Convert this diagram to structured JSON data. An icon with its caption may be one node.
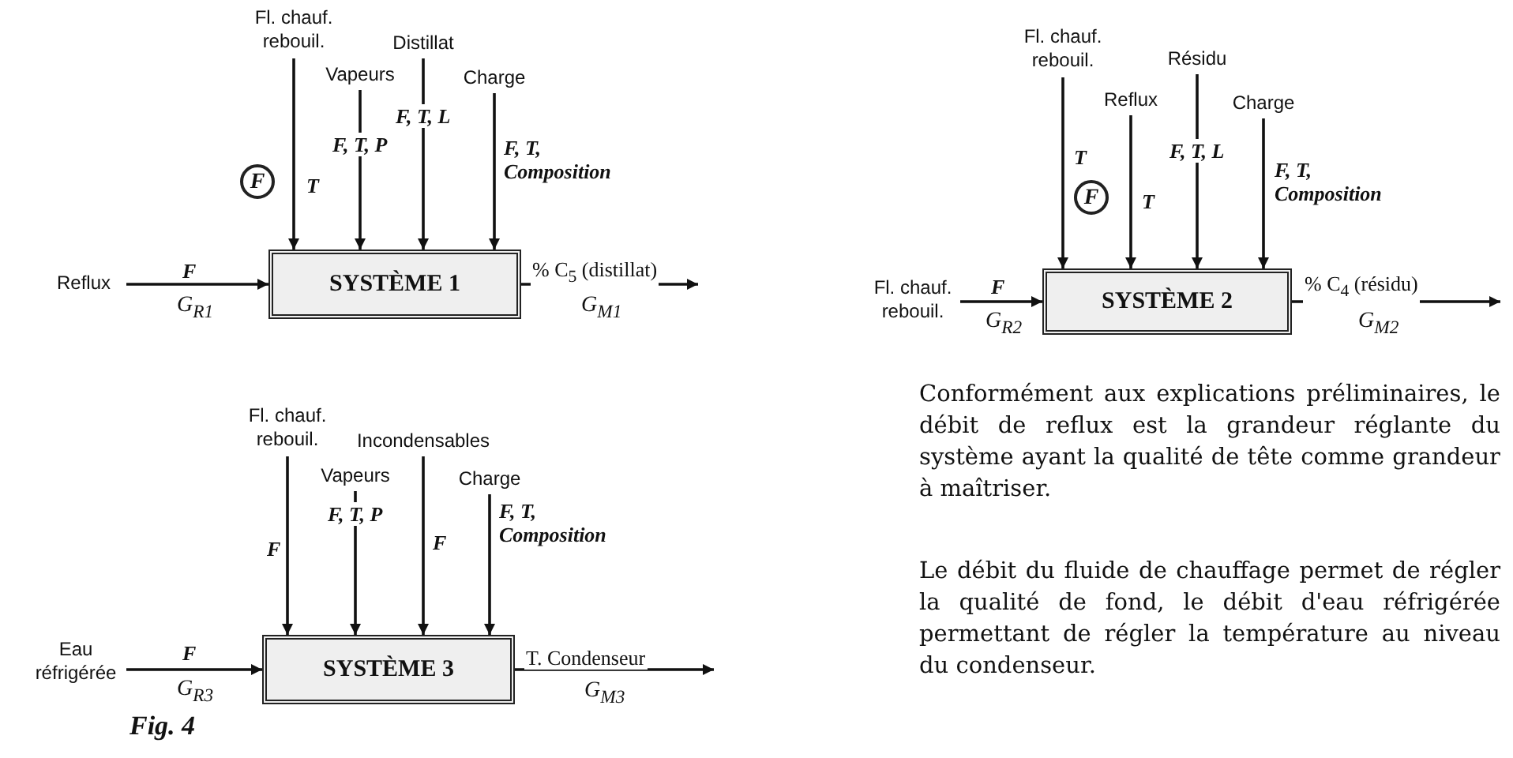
{
  "diagram": {
    "caption": "Fig. 4",
    "nodes": [
      {
        "text": [
          "Fl. chauf. rebouil."
        ]
      },
      {
        "text": [
          "Vapeurs"
        ]
      },
      {
        "text": [
          "Distillat"
        ]
      },
      {
        "text": [
          "Charge"
        ]
      },
      {
        "text": [
          "F"
        ]
      },
      {
        "text": [
          "Reflux"
        ]
      },
      {
        "text": [
          "SYSTÈME 1"
        ]
      },
      {
        "text": [
          "Fl. chauf. rebouil."
        ]
      },
      {
        "text": [
          "Reflux"
        ]
      },
      {
        "text": [
          "Résidu"
        ]
      },
      {
        "text": [
          "Charge"
        ]
      },
      {
        "text": [
          "F"
        ]
      },
      {
        "text": [
          "Fl. chauf. rebouil."
        ]
      },
      {
        "text": [
          "SYSTÈME 2"
        ]
      },
      {
        "text": [
          "Fl. chauf. rebouil."
        ]
      },
      {
        "text": [
          "Vapeurs"
        ]
      },
      {
        "text": [
          "Incondensables"
        ]
      },
      {
        "text": [
          "Charge"
        ]
      },
      {
        "text": [
          "Eau réfrigérée"
        ]
      },
      {
        "text": [
          "SYSTÈME 3"
        ]
      }
    ],
    "edges": [
      {
        "from": 0,
        "to": 6,
        "arrow": "to",
        "label": "T"
      },
      {
        "from": 1,
        "to": 6,
        "arrow": "to",
        "label": "F, T, P"
      },
      {
        "from": 2,
        "to": 6,
        "arrow": "to",
        "label": "F, T, L"
      },
      {
        "from": 3,
        "to": 6,
        "arrow": "to",
        "label": "F, T, Composition"
      },
      {
        "from": 5,
        "to": 6,
        "arrow": "to",
        "label": "F"
      },
      {
        "from": 6,
        "to": null,
        "arrow": "to",
        "label": "% C$_{5}$ (distillat)"
      },
      {
        "from": 7,
        "to": 13,
        "arrow": "to",
        "label": "T"
      },
      {
        "from": 8,
        "to": 13,
        "arrow": "to",
        "label": "T"
      },
      {
        "from": 9,
        "to": 13,
        "arrow": "to",
        "label": "F, T, L"
      },
      {
        "from": 10,
        "to": 13,
        "arrow": "to",
        "label": "F, T, Composition"
      },
      {
        "from": 12,
        "to": 13,
        "arrow": "to",
        "label": "F"
      },
      {
        "from": 13,
        "to": null,
        "arrow": "to",
        "label": "% C$_{4}$ (résidu)"
      },
      {
        "from": 14,
        "to": 19,
        "arrow": "to",
        "label": "F"
      },
      {
        "from": 15,
        "to": 19,
        "arrow": "to",
        "label": "F, T, P"
      },
      {
        "from": 16,
        "to": 19,
        "arrow": "to",
        "label": "F"
      },
      {
        "from": 17,
        "to": 19,
        "arrow": "to",
        "label": "F, T, Composition"
      },
      {
        "from": 18,
        "to": 19,
        "arrow": "to",
        "label": "F"
      },
      {
        "from": 19,
        "to": null,
        "arrow": "to",
        "label": "T. Condenseur"
      }
    ],
    "labels": [
      "G$_{R1}$",
      "G$_{M1}$",
      "G$_{R2}$",
      "G$_{M2}$",
      "G$_{R3}$",
      "G$_{M3}$",
      "Conformément aux explications préliminaires, le débit de reflux est la grandeur réglante du système ayant la qualité de tête comme grandeur à maîtriser.",
      "Le débit du fluide de chauffage permet de régler la qualité de fond, le débit d'eau réfrigérée permettant de régler la température au niveau du condenseur."
    ]
  }
}
